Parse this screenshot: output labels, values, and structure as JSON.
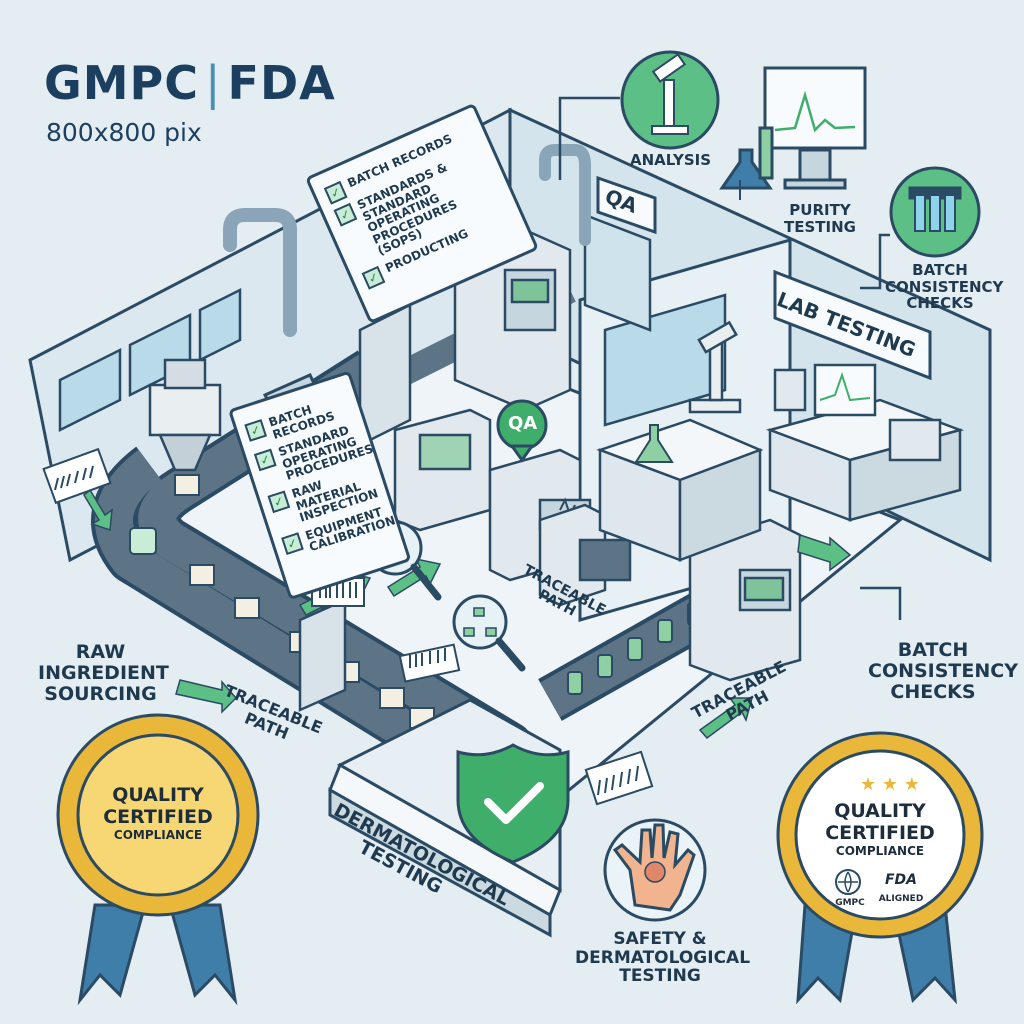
{
  "header": {
    "title_left": "GMPC",
    "title_sep": "|",
    "title_right": "FDA",
    "subtitle": "800x800 pix"
  },
  "clipboard_back": {
    "items": [
      "Batch Records",
      "Standards & Standard Operating Procedures (SOPs)",
      "Producting"
    ]
  },
  "clipboard_front": {
    "items": [
      "Batch Records",
      "Standard Operating Procedures",
      "Raw Material Inspection",
      "Equipment Calibration"
    ]
  },
  "signs": {
    "qa_room": "QA",
    "qa_bubble": "QA",
    "lab_testing": "LAB TESTING"
  },
  "callouts": {
    "analysis": "ANALYSIS",
    "purity_testing": "PURITY TESTING",
    "batch_checks_top": "BATCH CONSISTENCY CHECKS",
    "batch_checks_right": "BATCH CONSISTENCY CHECKS",
    "raw_sourcing": "RAW INGREDIENT SOURCING",
    "traceable_left": "TRACEABLE PATH",
    "traceable_mid": "TRACEABLE PATH",
    "traceable_right": "TRACEABLE PATH",
    "derm_wall": "DERMATOLOGICAL TESTING",
    "safety": "SAFETY & DERMATOLOGICAL TESTING"
  },
  "medal_left": {
    "line1": "QUALITY",
    "line2": "CERTIFIED",
    "line3": "COMPLIANCE"
  },
  "medal_right": {
    "line1": "QUALITY",
    "line2": "CERTIFIED",
    "line3": "COMPLIANCE",
    "gmpc": "GMPC",
    "fda": "FDA",
    "aligned": "ALIGNED"
  },
  "colors": {
    "background": "#e3edf2",
    "ink": "#2b4a63",
    "accent_green": "#3fae6b",
    "gold": "#e9b83a",
    "ribbon": "#3f7ea8"
  }
}
